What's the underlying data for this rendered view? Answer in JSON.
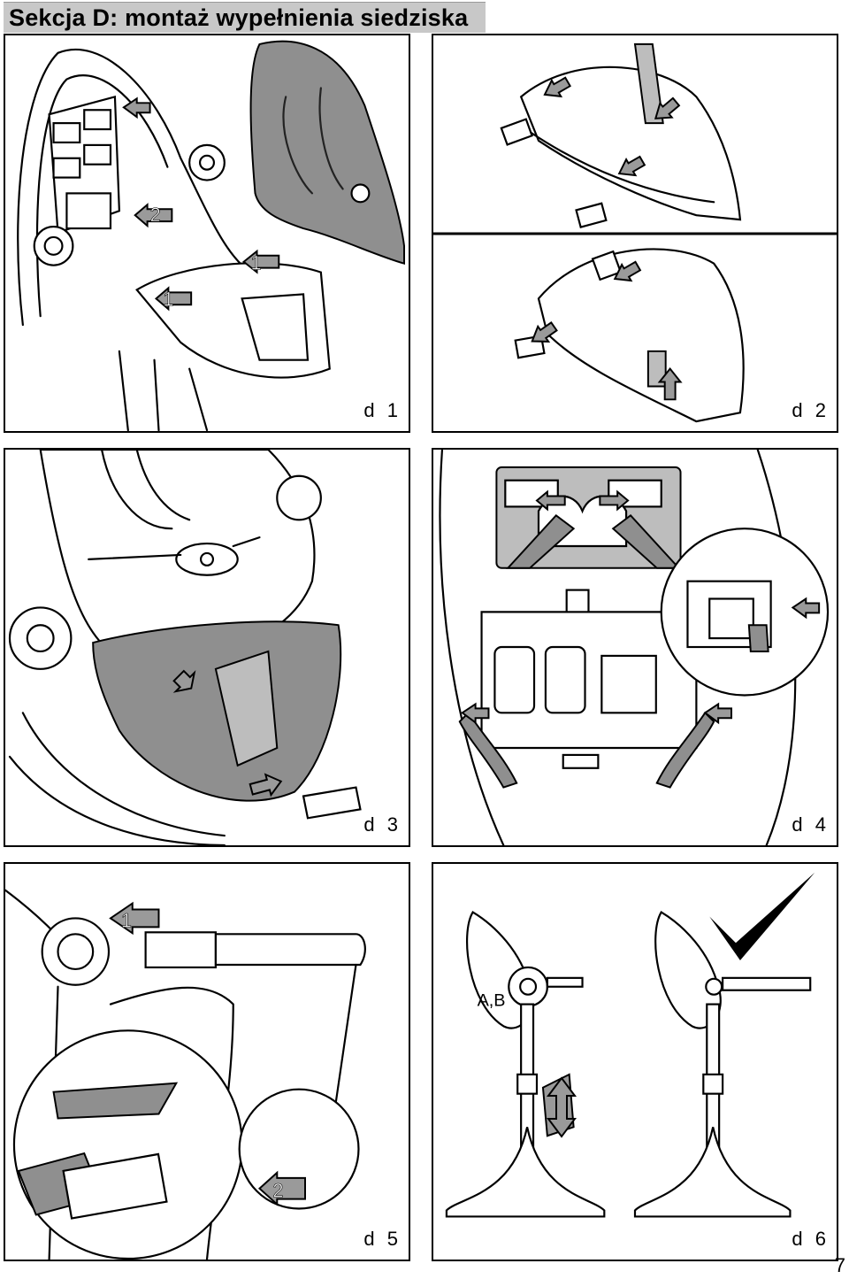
{
  "section_title": "Sekcja D: montaż wypełnienia siedziska",
  "panels": [
    {
      "id": "d1",
      "label": "d 1",
      "step_numbers": [
        "2",
        "1",
        "1"
      ]
    },
    {
      "id": "d2",
      "label": "d 2"
    },
    {
      "id": "d3",
      "label": "d 3"
    },
    {
      "id": "d4",
      "label": "d 4"
    },
    {
      "id": "d5",
      "label": "d 5",
      "step_numbers": [
        "1",
        "2"
      ]
    },
    {
      "id": "d6",
      "label": "d 6",
      "callout": "A,B"
    }
  ],
  "page_number": "7",
  "colors": {
    "header_bg": "#c8c8c8",
    "fill_gray": "#8f8f8f",
    "arrow_gray": "#9a9a9a"
  }
}
